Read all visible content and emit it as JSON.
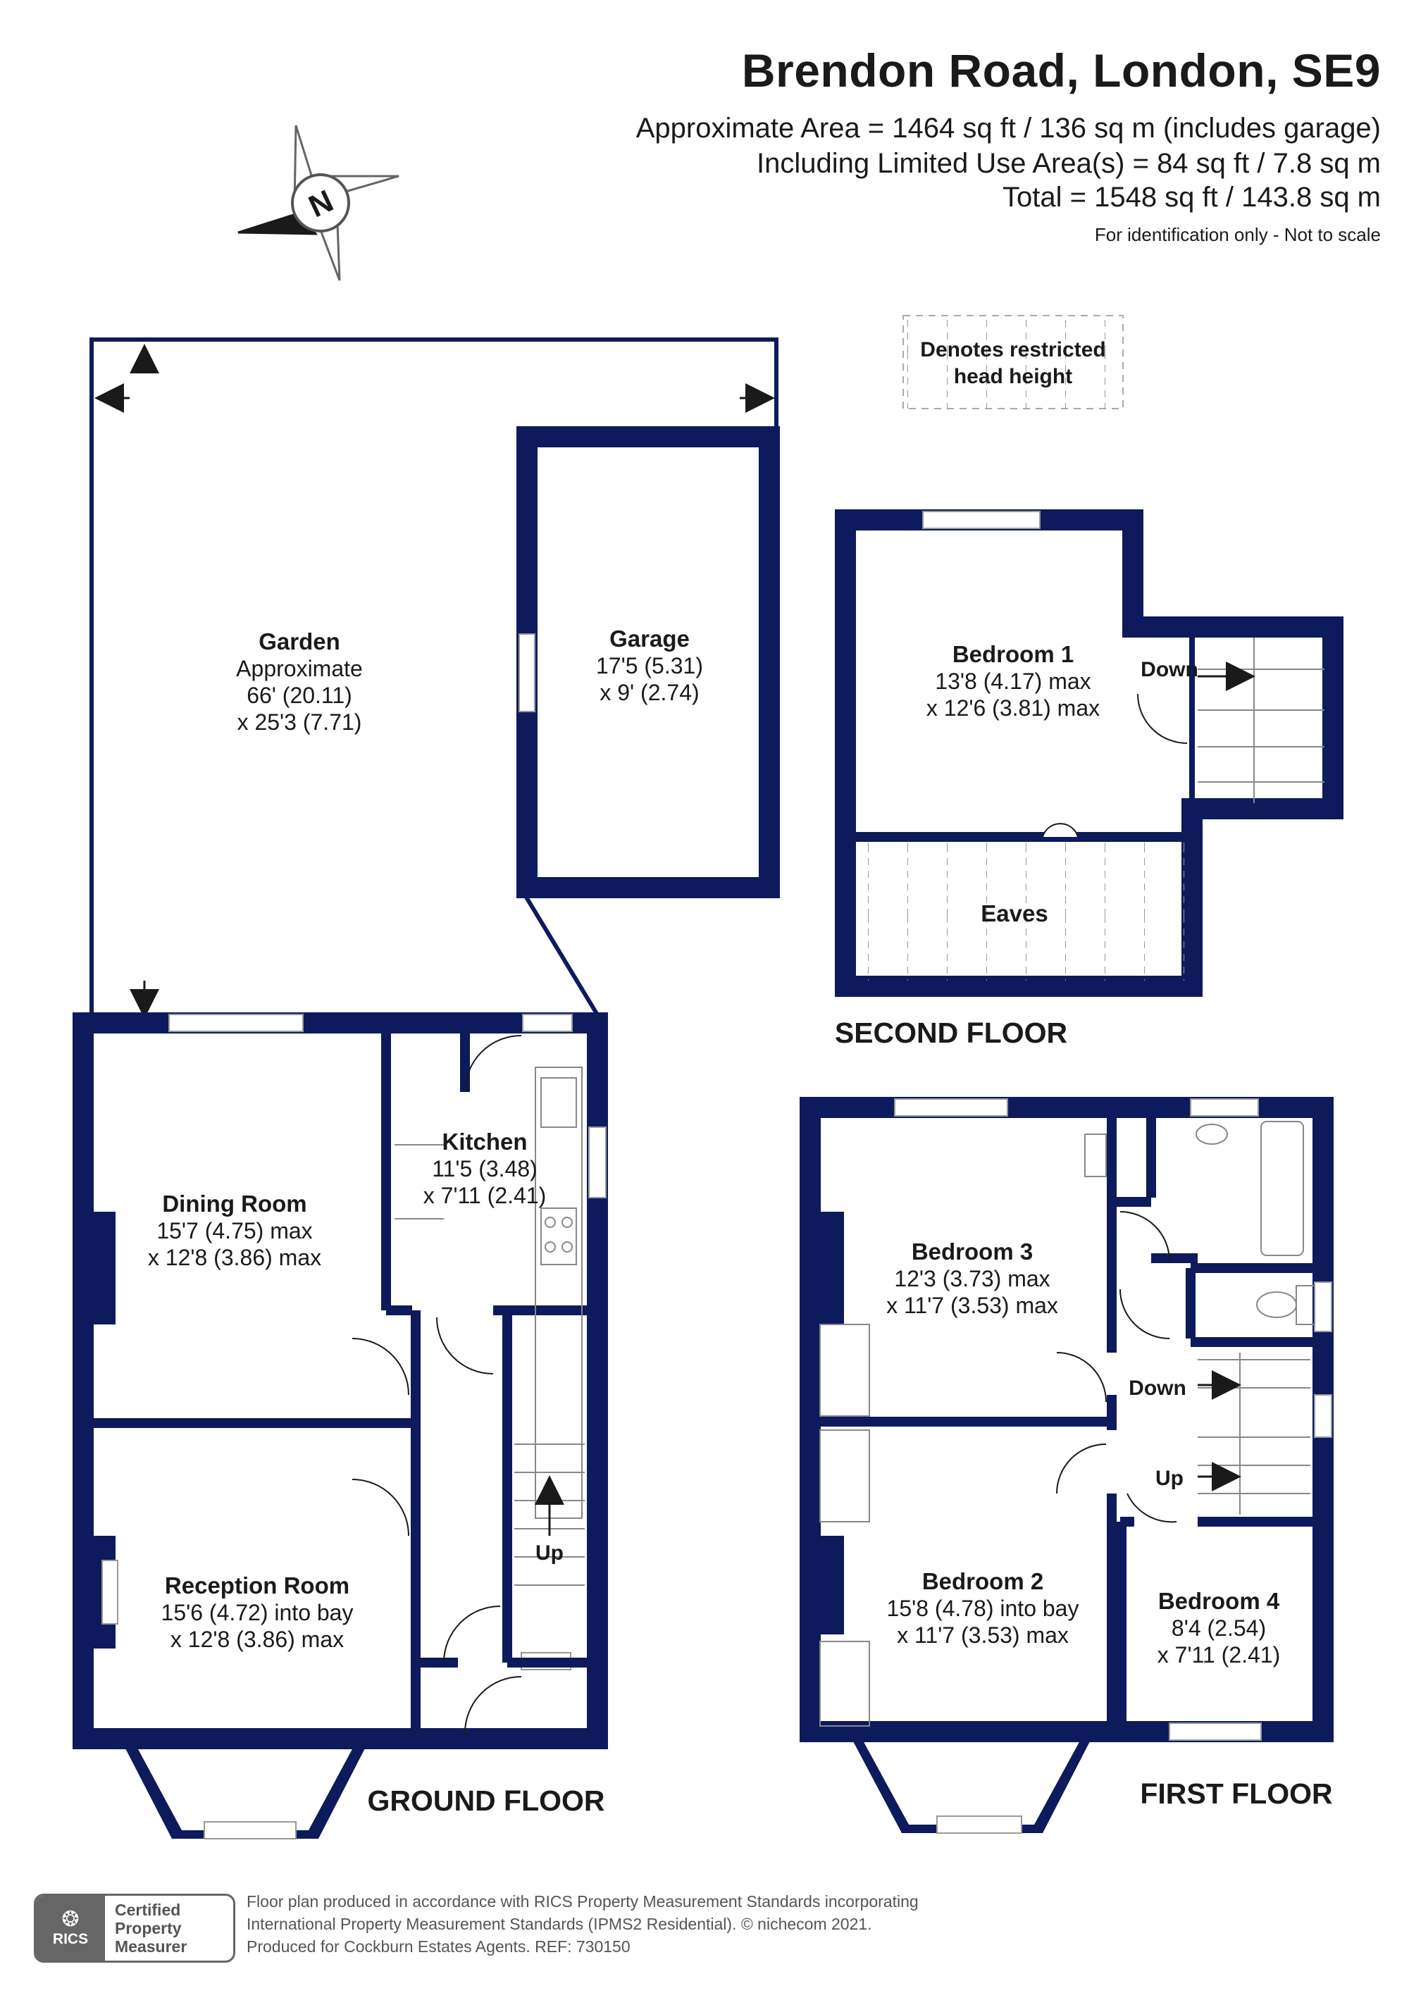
{
  "header": {
    "title": "Brendon Road, London, SE9",
    "area_line1": "Approximate Area = 1464 sq ft / 136 sq m (includes garage)",
    "area_line2": "Including Limited Use Area(s) = 84 sq ft / 7.8 sq m",
    "area_line3": "Total = 1548 sq ft / 143.8 sq m",
    "note": "For identification only - Not to scale"
  },
  "compass": {
    "letter": "N"
  },
  "legend": {
    "line1": "Denotes restricted",
    "line2": "head height"
  },
  "ground_floor": {
    "label": "GROUND FLOOR",
    "garden": {
      "name": "Garden",
      "line1": "Approximate",
      "line2": "66' (20.11)",
      "line3": "x 25'3 (7.71)"
    },
    "garage": {
      "name": "Garage",
      "line1": "17'5 (5.31)",
      "line2": "x 9' (2.74)"
    },
    "dining": {
      "name": "Dining Room",
      "line1": "15'7 (4.75) max",
      "line2": "x 12'8 (3.86) max"
    },
    "kitchen": {
      "name": "Kitchen",
      "line1": "11'5 (3.48)",
      "line2": "x 7'11 (2.41)"
    },
    "reception": {
      "name": "Reception Room",
      "line1": "15'6 (4.72) into bay",
      "line2": "x 12'8 (3.86) max"
    },
    "stairs_label": "Up"
  },
  "second_floor": {
    "label": "SECOND FLOOR",
    "bedroom1": {
      "name": "Bedroom 1",
      "line1": "13'8 (4.17) max",
      "line2": "x 12'6 (3.81) max"
    },
    "stairs_label": "Down",
    "eaves": "Eaves"
  },
  "first_floor": {
    "label": "FIRST FLOOR",
    "bedroom3": {
      "name": "Bedroom 3",
      "line1": "12'3 (3.73) max",
      "line2": "x 11'7 (3.53) max"
    },
    "bedroom2": {
      "name": "Bedroom 2",
      "line1": "15'8 (4.78) into bay",
      "line2": "x 11'7 (3.53) max"
    },
    "bedroom4": {
      "name": "Bedroom 4",
      "line1": "8'4 (2.54)",
      "line2": "x 7'11 (2.41)"
    },
    "down_label": "Down",
    "up_label": "Up"
  },
  "footer": {
    "line1": "Floor plan produced in accordance with RICS Property Measurement Standards incorporating",
    "line2": "International Property Measurement Standards (IPMS2 Residential).   © nichecom 2021.",
    "line3": "Produced for Cockburn Estates Agents.    REF:  730150",
    "badge_org": "RICS",
    "badge_l1": "Certified",
    "badge_l2": "Property",
    "badge_l3": "Measurer"
  },
  "colors": {
    "wall": "#0d1a5c",
    "text": "#1a1a1a",
    "footer": "#555555"
  }
}
